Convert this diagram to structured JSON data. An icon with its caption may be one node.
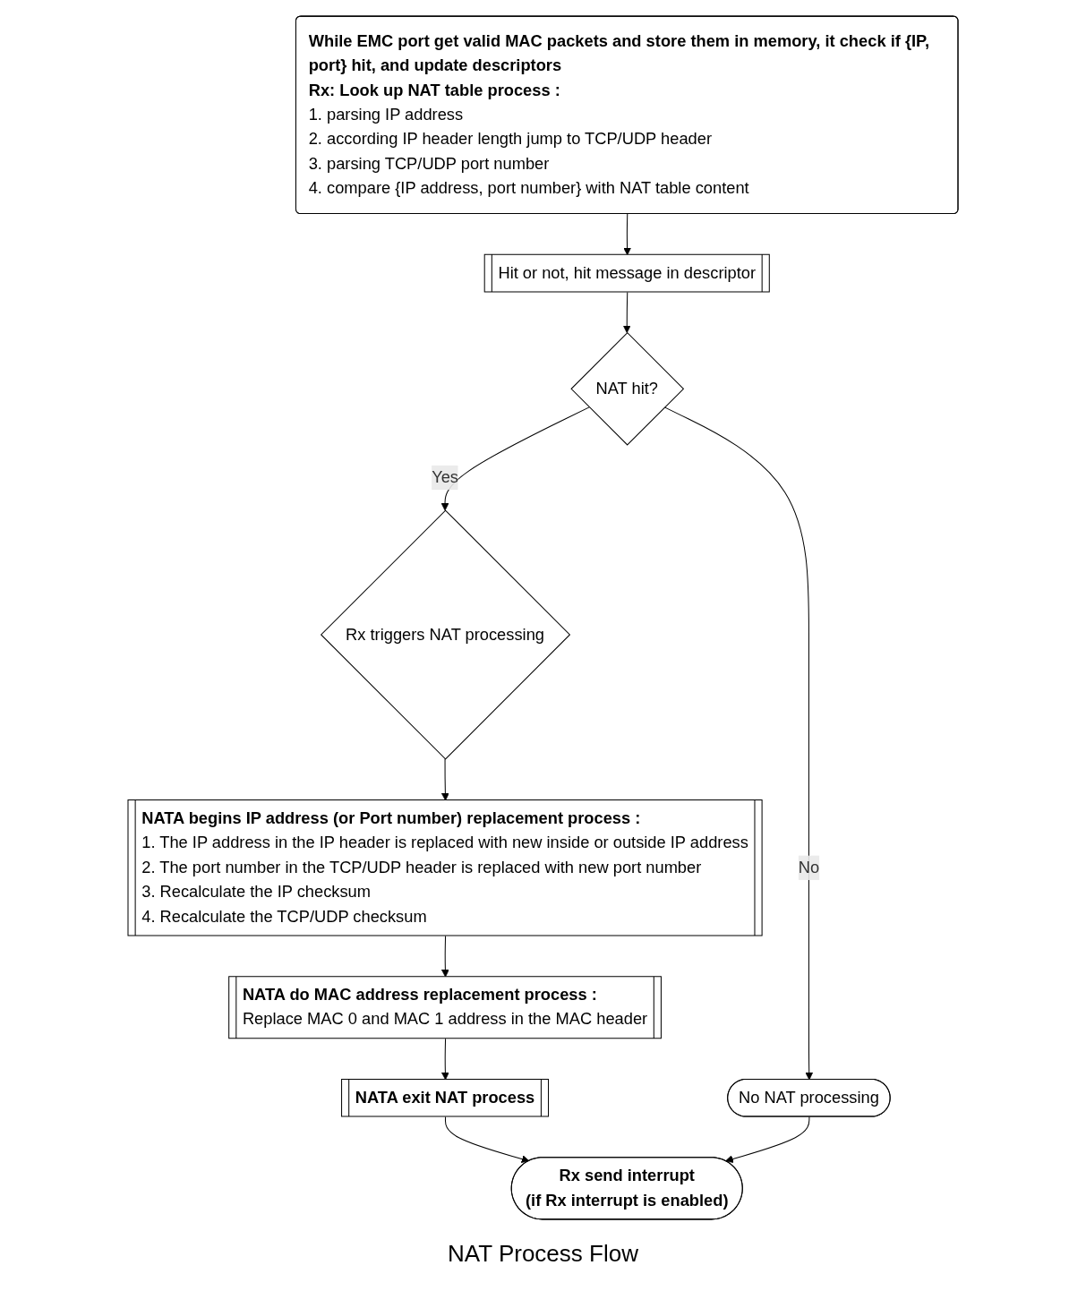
{
  "diagram": {
    "caption": "NAT Process Flow",
    "nodes": [
      {
        "text": [
          "While EMC port get valid MAC packets and store them in memory, it check if {IP, port} hit, and update descriptors",
          "Rx: Look up NAT table process :",
          "1. parsing IP address",
          "2. according IP header length jump to TCP/UDP header",
          "3. parsing TCP/UDP port number",
          "4. compare {IP address, port number} with NAT table content"
        ]
      },
      {
        "text": [
          "Hit or not, hit message in descriptor"
        ]
      },
      {
        "text": [
          "NAT hit?"
        ]
      },
      {
        "text": [
          "No NAT processing"
        ]
      },
      {
        "text": [
          "Rx triggers NAT processing"
        ]
      },
      {
        "text": [
          "NATA begins IP address (or Port number) replacement process :",
          "1. The IP address in the IP header is replaced with new inside or outside IP address",
          "2. The port number in the TCP/UDP header is replaced with new port number",
          "3. Recalculate the IP checksum",
          "4. Recalculate the TCP/UDP checksum"
        ]
      },
      {
        "text": [
          "NATA do MAC address replacement process :",
          "Replace MAC 0 and MAC 1 address in the MAC header"
        ]
      },
      {
        "text": [
          "NATA exit NAT process"
        ]
      },
      {
        "text": [
          "Rx send interrupt",
          "(if Rx interrupt is enabled)"
        ]
      }
    ],
    "edges": [
      {
        "from": 0,
        "to": 1,
        "arrow": "to"
      },
      {
        "from": 1,
        "to": 2,
        "arrow": "to"
      },
      {
        "from": 2,
        "to": 3,
        "label": "No",
        "arrow": "to"
      },
      {
        "from": 2,
        "to": 4,
        "label": "Yes",
        "arrow": "to"
      },
      {
        "from": 4,
        "to": 5,
        "arrow": "to"
      },
      {
        "from": 5,
        "to": 6,
        "arrow": "to"
      },
      {
        "from": 6,
        "to": 7,
        "arrow": "to"
      },
      {
        "from": 7,
        "to": 8,
        "arrow": "to"
      },
      {
        "from": 3,
        "to": 8,
        "arrow": "to"
      }
    ]
  }
}
